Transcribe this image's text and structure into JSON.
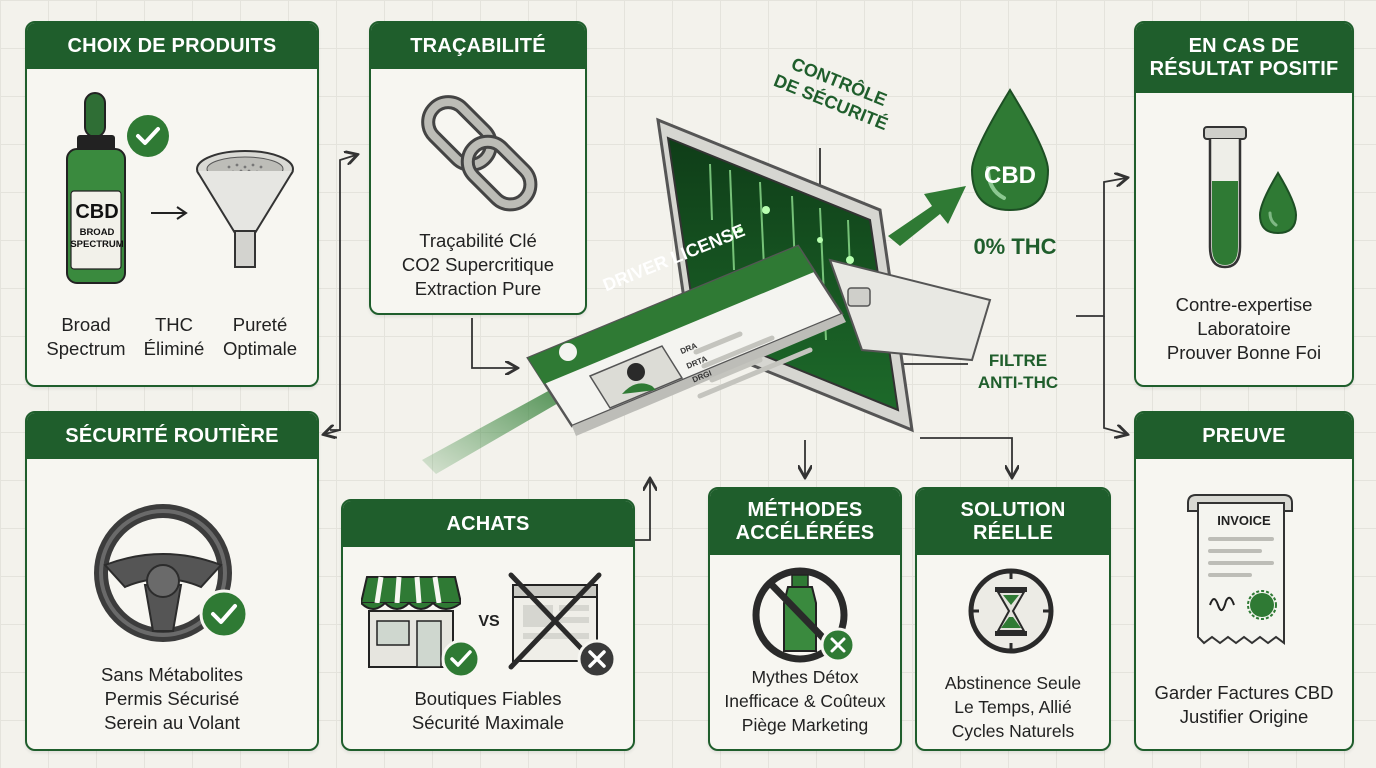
{
  "panels": {
    "choix": {
      "title": "CHOIX DE PRODUITS",
      "bottle_label": "CBD",
      "bottle_sub1": "BROAD",
      "bottle_sub2": "SPECTRUM",
      "labels": [
        {
          "l1": "Broad",
          "l2": "Spectrum"
        },
        {
          "l1": "THC",
          "l2": "Éliminé"
        },
        {
          "l1": "Pureté",
          "l2": "Optimale"
        }
      ]
    },
    "tracabilite": {
      "title": "TRAÇABILITÉ",
      "lines": [
        "Traçabilité Clé",
        "CO2 Supercritique",
        "Extraction Pure"
      ]
    },
    "securite": {
      "title": "SÉCURITÉ ROUTIÈRE",
      "lines": [
        "Sans Métabolites",
        "Permis Sécurisé",
        "Serein au Volant"
      ]
    },
    "achats": {
      "title": "ACHATS",
      "vs": "VS",
      "lines": [
        "Boutiques Fiables",
        "Sécurité Maximale"
      ]
    },
    "methodes": {
      "title_l1": "MÉTHODES",
      "title_l2": "ACCÉLÉRÉES",
      "lines": [
        "Mythes Détox",
        "Inefficace & Coûteux",
        "Piège Marketing"
      ]
    },
    "solution": {
      "title_l1": "SOLUTION",
      "title_l2": "RÉELLE",
      "lines": [
        "Abstinence Seule",
        "Le Temps, Allié",
        "Cycles Naturels"
      ]
    },
    "positif": {
      "title_l1": "EN CAS DE",
      "title_l2": "RÉSULTAT POSITIF",
      "lines": [
        "Contre-expertise",
        "Laboratoire",
        "Prouver Bonne Foi"
      ]
    },
    "preuve": {
      "title": "PREUVE",
      "invoice_label": "INVOICE",
      "lines": [
        "Garder Factures CBD",
        "Justifier Origine"
      ]
    }
  },
  "center": {
    "controle_l1": "CONTRÔLE",
    "controle_l2": "DE SÉCURITÉ",
    "drop_label": "CBD",
    "thc_label": "0% THC",
    "filtre_l1": "FILTRE",
    "filtre_l2": "ANTI-THC",
    "license_title": "DRIVER LICENSE",
    "license_fields": [
      "DRA",
      "DRTA",
      "DRGI"
    ]
  },
  "colors": {
    "brand_green": "#1f5e2c",
    "accent_green": "#3a8a3e",
    "background": "#f3f2ec",
    "reject_red": "#2a2a2a"
  }
}
